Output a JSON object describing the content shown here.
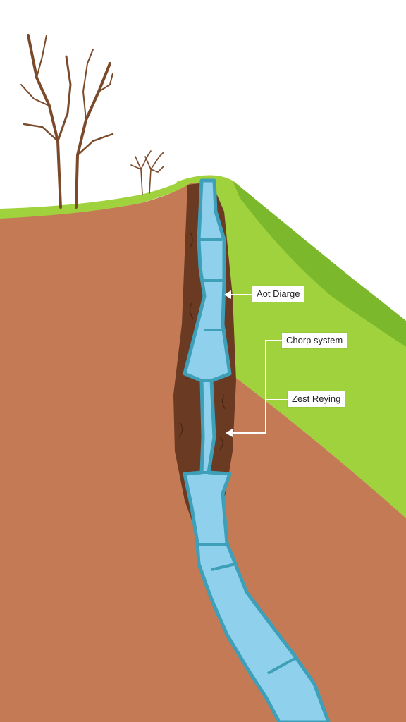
{
  "labels": {
    "top": "Aot Diarge",
    "middle": "Chorp system",
    "bottom": "Zest Reying"
  },
  "colors": {
    "soil": "#c47a55",
    "grass": "#9fd23c",
    "grass_dark": "#7cb82c",
    "channel_water": "#8fd0ec",
    "channel_edge": "#3e9fb8",
    "crevice": "#6b3a22",
    "tree": "#7a4a2a"
  }
}
